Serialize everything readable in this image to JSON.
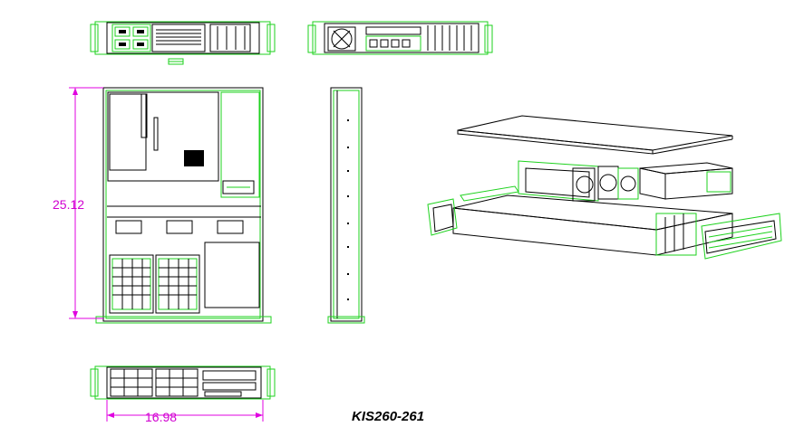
{
  "drawing": {
    "model_label": "KIS260-261",
    "dimensions": {
      "depth": "25.12",
      "width": "16.98"
    },
    "colors": {
      "outline": "#1ed21e",
      "detail": "#000000",
      "dimension": "#e000e0"
    },
    "views": [
      "front-view",
      "rear-view",
      "top-view",
      "side-view",
      "bottom-front-view",
      "exploded-isometric-view"
    ]
  }
}
